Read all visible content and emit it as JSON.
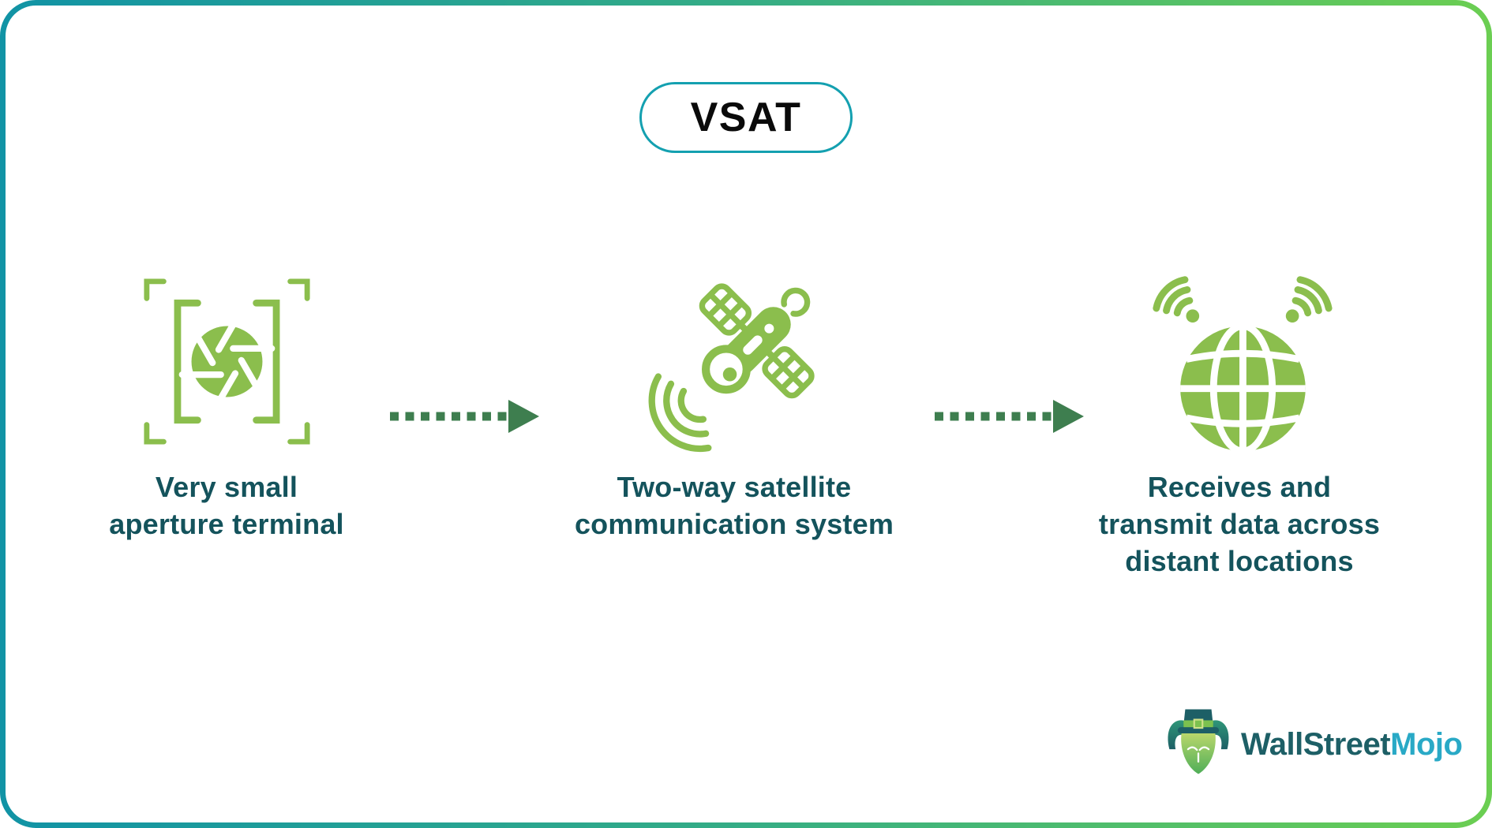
{
  "title": {
    "label": "VSAT"
  },
  "steps": [
    {
      "icon": "aperture-terminal-icon",
      "lines": [
        "Very small",
        "aperture terminal"
      ]
    },
    {
      "icon": "satellite-icon",
      "lines": [
        "Two-way satellite",
        "communication system"
      ]
    },
    {
      "icon": "globe-wireless-icon",
      "lines": [
        "Receives and",
        "transmit data across",
        "distant locations"
      ]
    }
  ],
  "brand": {
    "name_part1": "WallStreet",
    "name_part2": "Mojo"
  },
  "colors": {
    "icon_green": "#8BBE4D",
    "arrow_green": "#3E7E4F",
    "caption_teal": "#14535C",
    "pill_border_teal": "#14A0B0",
    "title_text": "#0A0A0A",
    "frame_gradient_start": "#1193A5",
    "frame_gradient_mid": "#35AD85",
    "frame_gradient_end": "#6BCE52",
    "brand_dark_teal": "#1D5F66",
    "brand_cyan": "#29A9C6"
  }
}
